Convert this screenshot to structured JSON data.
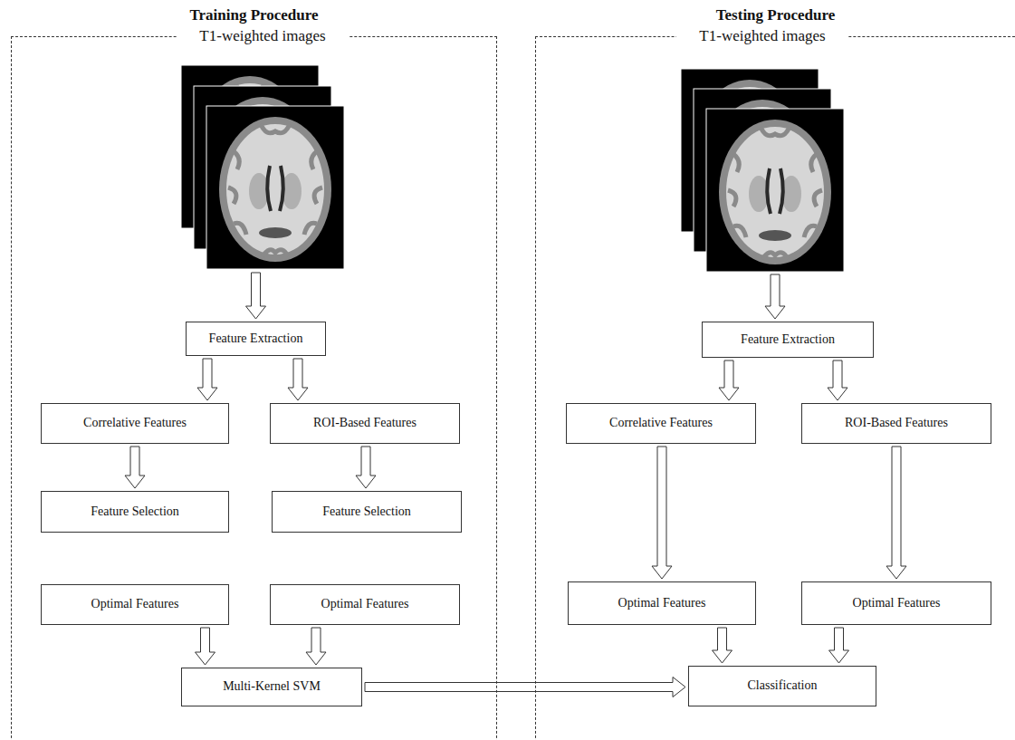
{
  "diagram": {
    "nodes": [
      {
        "text": [
          "Training Procedure"
        ]
      },
      {
        "text": [
          "T1-weighted images"
        ],
        "in": 0
      },
      {
        "text": [
          "Feature Extraction"
        ],
        "in": 0
      },
      {
        "text": [
          "Correlative Features"
        ],
        "in": 0
      },
      {
        "text": [
          "ROI-Based Features"
        ],
        "in": 0
      },
      {
        "text": [
          "Feature Selection"
        ],
        "in": 0
      },
      {
        "text": [
          "Feature Selection"
        ],
        "in": 0
      },
      {
        "text": [
          "Optimal Features"
        ],
        "in": 0
      },
      {
        "text": [
          "Optimal Features"
        ],
        "in": 0
      },
      {
        "text": [
          "Multi-Kernel SVM"
        ],
        "in": 0
      },
      {
        "text": [
          "Testing Procedure"
        ]
      },
      {
        "text": [
          "T1-weighted images"
        ],
        "in": 10
      },
      {
        "text": [
          "Feature Extraction"
        ],
        "in": 10
      },
      {
        "text": [
          "Correlative Features"
        ],
        "in": 10
      },
      {
        "text": [
          "ROI-Based Features"
        ],
        "in": 10
      },
      {
        "text": [
          "Optimal Features"
        ],
        "in": 10
      },
      {
        "text": [
          "Optimal Features"
        ],
        "in": 10
      },
      {
        "text": [
          "Classification"
        ],
        "in": 10
      }
    ],
    "edges": [
      {
        "from": 1,
        "to": 2,
        "arrow": "to"
      },
      {
        "from": 2,
        "to": 3,
        "arrow": "to"
      },
      {
        "from": 2,
        "to": 4,
        "arrow": "to"
      },
      {
        "from": 3,
        "to": 5,
        "arrow": "to"
      },
      {
        "from": 4,
        "to": 6,
        "arrow": "to"
      },
      {
        "from": 7,
        "to": 9,
        "arrow": "to"
      },
      {
        "from": 8,
        "to": 9,
        "arrow": "to"
      },
      {
        "from": 9,
        "to": 17,
        "arrow": "to"
      },
      {
        "from": 11,
        "to": 12,
        "arrow": "to"
      },
      {
        "from": 12,
        "to": 13,
        "arrow": "to"
      },
      {
        "from": 12,
        "to": 14,
        "arrow": "to"
      },
      {
        "from": 13,
        "to": 15,
        "arrow": "to"
      },
      {
        "from": 14,
        "to": 16,
        "arrow": "to"
      },
      {
        "from": 15,
        "to": 17,
        "arrow": "to"
      },
      {
        "from": 16,
        "to": 17,
        "arrow": "to"
      }
    ]
  }
}
